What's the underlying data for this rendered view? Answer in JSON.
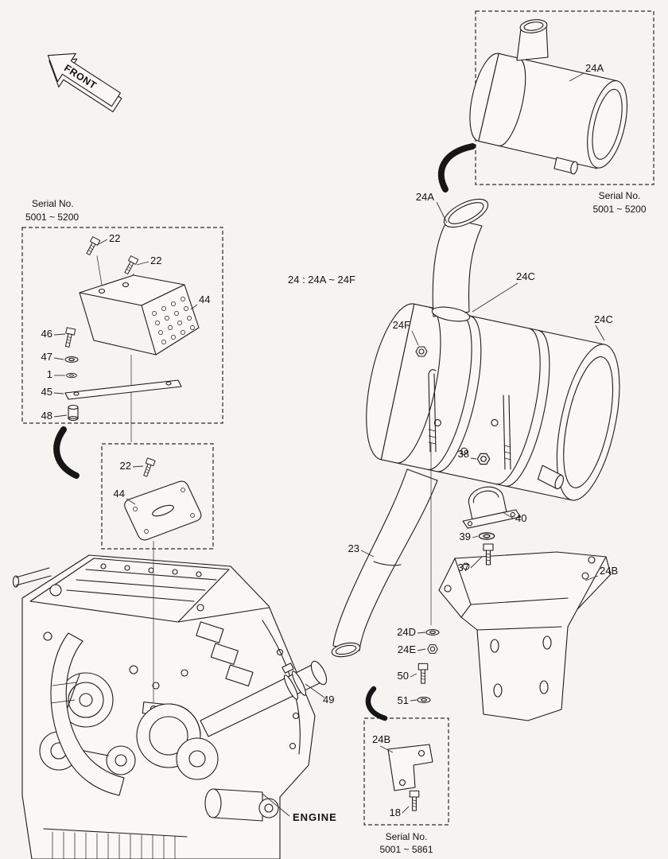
{
  "colors": {
    "ink": "#1c1c1c",
    "background": "#f5f4f1"
  },
  "labels": {
    "front": "FRONT",
    "section_ref": "24 : 24A ~ 24F",
    "engine": "ENGINE"
  },
  "inset_top_left": {
    "serial_line1": "Serial No.",
    "serial_line2": "5001 ~ 5200",
    "part_22a": "22",
    "part_22b": "22",
    "part_44": "44",
    "part_46": "46",
    "part_47": "47",
    "part_1": "1",
    "part_45": "45",
    "part_48": "48"
  },
  "inset_mid": {
    "part_22": "22",
    "part_44": "44"
  },
  "inset_top_right": {
    "part_24a": "24A",
    "serial_line1": "Serial No.",
    "serial_line2": "5001 ~ 5200"
  },
  "inset_bottom_right": {
    "part_24b": "24B",
    "part_18": "18",
    "serial_line1": "Serial No.",
    "serial_line2": "5001 ~ 5861"
  },
  "main": {
    "part_24a": "24A",
    "part_24c_upper": "24C",
    "part_24c_right": "24C",
    "part_24f": "24F",
    "part_38": "38",
    "part_40": "40",
    "part_39": "39",
    "part_37": "37",
    "part_23": "23",
    "part_24b": "24B",
    "part_24d": "24D",
    "part_24e": "24E",
    "part_50": "50",
    "part_51": "51",
    "part_49": "49"
  }
}
